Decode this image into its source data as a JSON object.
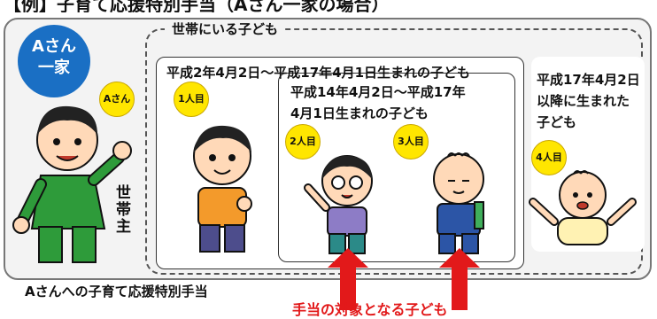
{
  "header": {
    "title": "【例】子育て応援特別手当（Aさん一家の場合）"
  },
  "family_badge": {
    "line1": "Aさん",
    "line2": "一家"
  },
  "household_head": {
    "badge": "Aさん",
    "label": "世帯主"
  },
  "household_children": {
    "title": "世帯にいる子ども"
  },
  "range_group_1": {
    "label": "平成2年4月2日〜平成17年4月1日生まれの子ども"
  },
  "range_group_2": {
    "label_line1": "平成14年4月2日〜平成17年",
    "label_line2": "4月1日生まれの子ども"
  },
  "range_group_3": {
    "label_line1": "平成17年4月2日",
    "label_line2": "以降に生まれた",
    "label_line3": "子ども"
  },
  "children": [
    {
      "badge": "1人目"
    },
    {
      "badge": "2人目"
    },
    {
      "badge": "3人目"
    },
    {
      "badge": "4人目"
    }
  ],
  "footer": {
    "allowance_label": "Aさんへの子育て応援特別手当",
    "target_label": "手当の対象となる子ども"
  },
  "colors": {
    "brand_blue": "#1a6fc4",
    "badge_yellow": "#ffe600",
    "arrow_red": "#e2191a"
  }
}
